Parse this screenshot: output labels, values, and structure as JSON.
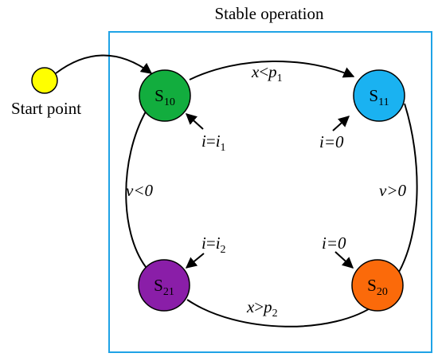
{
  "title": "Stable operation",
  "start": {
    "label": "Start point",
    "color": "#ffff00"
  },
  "box_color": "#1fa3e6",
  "states": {
    "s10": {
      "base": "S",
      "sub": "10",
      "color": "#12ad3e"
    },
    "s11": {
      "base": "S",
      "sub": "11",
      "color": "#1ab2f1"
    },
    "s21": {
      "base": "S",
      "sub": "21",
      "color": "#8a1ea8"
    },
    "s20": {
      "base": "S",
      "sub": "20",
      "color": "#fb6a0a"
    }
  },
  "transitions": {
    "top": {
      "var": "x",
      "op": "<",
      "p": "p",
      "psub": "1"
    },
    "bottom": {
      "var": "x",
      "op": ">",
      "p": "p",
      "psub": "2"
    },
    "left": {
      "text": "v<0"
    },
    "right": {
      "text": "v>0"
    }
  },
  "currents": {
    "s10": {
      "lhs": "i",
      "op": "=",
      "rhs": "i",
      "sub": "1"
    },
    "s11": {
      "text": "i=0"
    },
    "s21": {
      "lhs": "i",
      "op": "=",
      "rhs": "i",
      "sub": "2"
    },
    "s20": {
      "text": "i=0"
    }
  }
}
